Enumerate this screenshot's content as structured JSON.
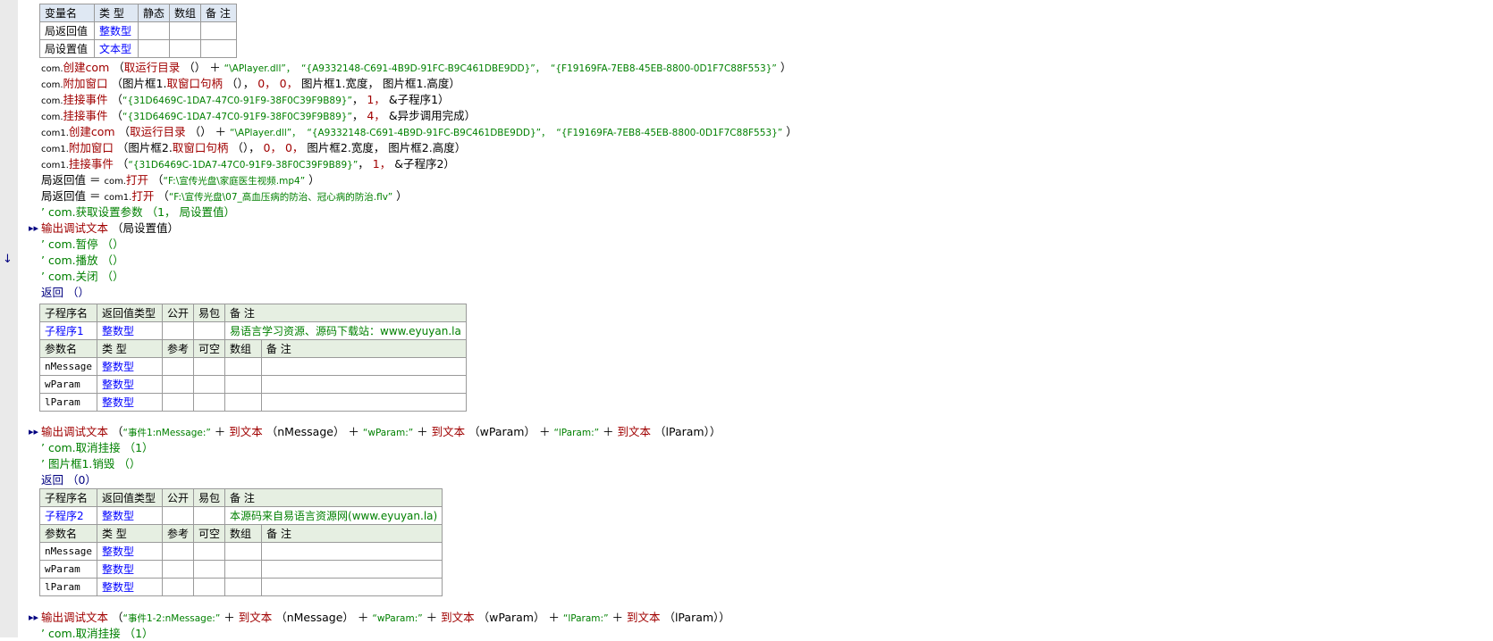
{
  "editor": {
    "margin_markers": {
      "arrow": "▸▸",
      "down": "↓"
    },
    "var_table": {
      "headers": [
        "变量名",
        "类 型",
        "静态",
        "数组",
        "备 注"
      ],
      "rows": [
        {
          "name": "局返回值",
          "type": "整数型"
        },
        {
          "name": "局设置值",
          "type": "文本型"
        }
      ]
    },
    "code_lines": [
      {
        "parts": [
          [
            "obj",
            "com."
          ],
          [
            "fn",
            "创建com"
          ],
          [
            "par",
            " （"
          ],
          [
            "fn",
            "取运行目录"
          ],
          [
            "par",
            " （） ＋ "
          ],
          [
            "str",
            "“\\APlayer.dll”，  “{A9332148-C691-4B9D-91FC-B9C461DBE9DD}”，  “{F19169FA-7EB8-45EB-8800-0D1F7C88F553}”"
          ],
          [
            "par",
            " ）"
          ]
        ]
      },
      {
        "parts": [
          [
            "obj",
            "com."
          ],
          [
            "fn",
            "附加窗口"
          ],
          [
            "par",
            " （图片框1."
          ],
          [
            "fn",
            "取窗口句柄"
          ],
          [
            "par",
            " （），"
          ],
          [
            "num",
            " 0， 0，"
          ],
          [
            "par",
            " 图片框1.宽度， 图片框1.高度）"
          ]
        ]
      },
      {
        "parts": [
          [
            "obj",
            "com."
          ],
          [
            "fn",
            "挂接事件"
          ],
          [
            "par",
            " （"
          ],
          [
            "str",
            "“{31D6469C-1DA7-47C0-91F9-38F0C39F9B89}”"
          ],
          [
            "par",
            "，"
          ],
          [
            "num",
            " 1，"
          ],
          [
            "par",
            " &子程序1）"
          ]
        ]
      },
      {
        "parts": [
          [
            "obj",
            "com."
          ],
          [
            "fn",
            "挂接事件"
          ],
          [
            "par",
            " （"
          ],
          [
            "str",
            "“{31D6469C-1DA7-47C0-91F9-38F0C39F9B89}”"
          ],
          [
            "par",
            "，"
          ],
          [
            "num",
            " 4，"
          ],
          [
            "par",
            " &异步调用完成）"
          ]
        ]
      },
      {
        "parts": [
          [
            "obj",
            "com1."
          ],
          [
            "fn",
            "创建com"
          ],
          [
            "par",
            " （"
          ],
          [
            "fn",
            "取运行目录"
          ],
          [
            "par",
            " （） ＋ "
          ],
          [
            "str",
            "“\\APlayer.dll”，  “{A9332148-C691-4B9D-91FC-B9C461DBE9DD}”，  “{F19169FA-7EB8-45EB-8800-0D1F7C88F553}”"
          ],
          [
            "par",
            " ）"
          ]
        ]
      },
      {
        "parts": [
          [
            "obj",
            "com1."
          ],
          [
            "fn",
            "附加窗口"
          ],
          [
            "par",
            " （图片框2."
          ],
          [
            "fn",
            "取窗口句柄"
          ],
          [
            "par",
            " （），"
          ],
          [
            "num",
            " 0， 0，"
          ],
          [
            "par",
            " 图片框2.宽度， 图片框2.高度）"
          ]
        ]
      },
      {
        "parts": [
          [
            "obj",
            "com1."
          ],
          [
            "fn",
            "挂接事件"
          ],
          [
            "par",
            " （"
          ],
          [
            "str",
            "“{31D6469C-1DA7-47C0-91F9-38F0C39F9B89}”"
          ],
          [
            "par",
            "，"
          ],
          [
            "num",
            " 1，"
          ],
          [
            "par",
            " &子程序2）"
          ]
        ]
      },
      {
        "parts": [
          [
            "var",
            "局返回值 ＝ "
          ],
          [
            "obj",
            "com."
          ],
          [
            "fn",
            "打开"
          ],
          [
            "par",
            " （"
          ],
          [
            "str",
            "“F:\\宣传光盘\\家庭医生视频.mp4”"
          ],
          [
            "par",
            " ）"
          ]
        ]
      },
      {
        "parts": [
          [
            "var",
            "局返回值 ＝ "
          ],
          [
            "obj",
            "com1."
          ],
          [
            "fn",
            "打开"
          ],
          [
            "par",
            " （"
          ],
          [
            "str",
            "“F:\\宣传光盘\\07_高血压病的防治、冠心病的防治.flv”"
          ],
          [
            "par",
            " ）"
          ]
        ]
      },
      {
        "parts": [
          [
            "cmt",
            "’ com.获取设置参数 （1， 局设置值）"
          ]
        ]
      },
      {
        "parts": [
          [
            "fn",
            "输出调试文本"
          ],
          [
            "par",
            " （局设置值）"
          ]
        ]
      },
      {
        "parts": [
          [
            "cmt",
            "’ com.暂停 （）"
          ]
        ]
      },
      {
        "parts": [
          [
            "cmt",
            "’ com.播放 （）"
          ]
        ]
      },
      {
        "parts": [
          [
            "cmt",
            "’ com.关闭 （）"
          ]
        ]
      },
      {
        "parts": [
          [
            "kw",
            "返回 （）"
          ]
        ]
      }
    ],
    "sub1": {
      "headers": [
        "子程序名",
        "返回值类型",
        "公开",
        "易包",
        "备 注"
      ],
      "name": "子程序1",
      "ret_type": "整数型",
      "note": "易语言学习资源、源码下载站：www.eyuyan.la",
      "param_headers": [
        "参数名",
        "类 型",
        "参考",
        "可空",
        "数组",
        "备 注"
      ],
      "params": [
        {
          "name": "nMessage",
          "type": "整数型"
        },
        {
          "name": "wParam",
          "type": "整数型"
        },
        {
          "name": "lParam",
          "type": "整数型"
        }
      ],
      "code_lines": [
        {
          "parts": [
            [
              "fn",
              "输出调试文本"
            ],
            [
              "par",
              " （"
            ],
            [
              "str",
              "“事件1:nMessage:”"
            ],
            [
              "par",
              " ＋ "
            ],
            [
              "fn",
              "到文本"
            ],
            [
              "par",
              " （nMessage） ＋ "
            ],
            [
              "str",
              "“wParam:”"
            ],
            [
              "par",
              " ＋ "
            ],
            [
              "fn",
              "到文本"
            ],
            [
              "par",
              " （wParam） ＋ "
            ],
            [
              "str",
              "“lParam:”"
            ],
            [
              "par",
              " ＋ "
            ],
            [
              "fn",
              "到文本"
            ],
            [
              "par",
              " （lParam））"
            ]
          ]
        },
        {
          "parts": [
            [
              "cmt",
              "’ com.取消挂接 （1）"
            ]
          ]
        },
        {
          "parts": [
            [
              "cmt",
              "’ 图片框1.销毁 （）"
            ]
          ]
        },
        {
          "parts": [
            [
              "kw",
              "返回 （0）"
            ]
          ]
        }
      ]
    },
    "sub2": {
      "headers": [
        "子程序名",
        "返回值类型",
        "公开",
        "易包",
        "备 注"
      ],
      "name": "子程序2",
      "ret_type": "整数型",
      "note": "本源码来自易语言资源网(www.eyuyan.la)",
      "param_headers": [
        "参数名",
        "类 型",
        "参考",
        "可空",
        "数组",
        "备 注"
      ],
      "params": [
        {
          "name": "nMessage",
          "type": "整数型"
        },
        {
          "name": "wParam",
          "type": "整数型"
        },
        {
          "name": "lParam",
          "type": "整数型"
        }
      ],
      "code_lines": [
        {
          "parts": [
            [
              "fn",
              "输出调试文本"
            ],
            [
              "par",
              " （"
            ],
            [
              "str",
              "“事件1-2:nMessage:”"
            ],
            [
              "par",
              " ＋ "
            ],
            [
              "fn",
              "到文本"
            ],
            [
              "par",
              " （nMessage） ＋ "
            ],
            [
              "str",
              "“wParam:”"
            ],
            [
              "par",
              " ＋ "
            ],
            [
              "fn",
              "到文本"
            ],
            [
              "par",
              " （wParam） ＋ "
            ],
            [
              "str",
              "“lParam:”"
            ],
            [
              "par",
              " ＋ "
            ],
            [
              "fn",
              "到文本"
            ],
            [
              "par",
              " （lParam））"
            ]
          ]
        },
        {
          "parts": [
            [
              "cmt",
              "’ com.取消挂接 （1）"
            ]
          ]
        }
      ]
    }
  }
}
